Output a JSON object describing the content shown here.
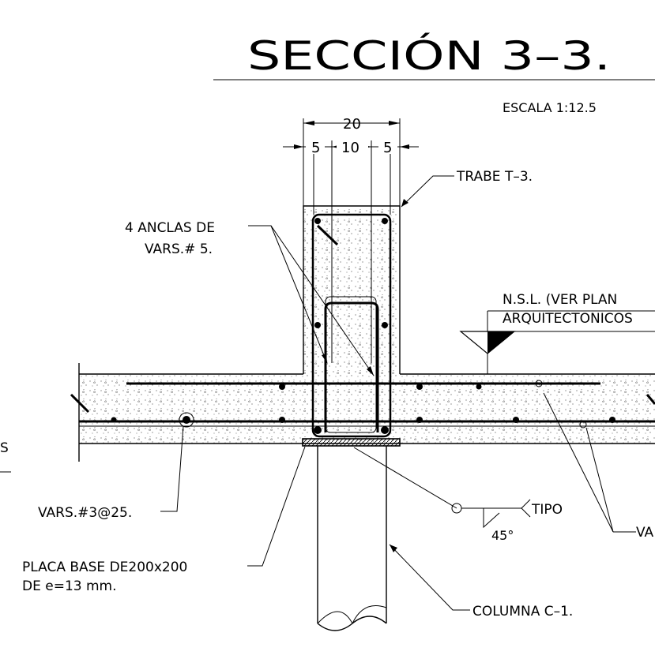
{
  "title": "SECCIÓN   3–3.",
  "scale": "ESCALA 1:12.5",
  "dimensions": {
    "overall": "20",
    "left": "5",
    "center": "10",
    "right": "5"
  },
  "labels": {
    "trabe": "TRABE T–3.",
    "anclas_line1": "4 ANCLAS DE",
    "anclas_line2": "VARS.#   5.",
    "nsl_line1": "N.S.L. (VER PLAN",
    "nsl_line2": "ARQUITECTONICOS",
    "vars_slab": "VARS.#3@25.",
    "tipo": "TIPO",
    "angle": "45°",
    "va": "VA",
    "placa_line1": "PLACA BASE DE200x200",
    "placa_line2": "DE e=13  mm.",
    "columna": "COLUMNA  C–1.",
    "left_edge": "S"
  },
  "colors": {
    "ink": "#000000",
    "background": "#ffffff",
    "concrete_stipple": "#555555"
  }
}
